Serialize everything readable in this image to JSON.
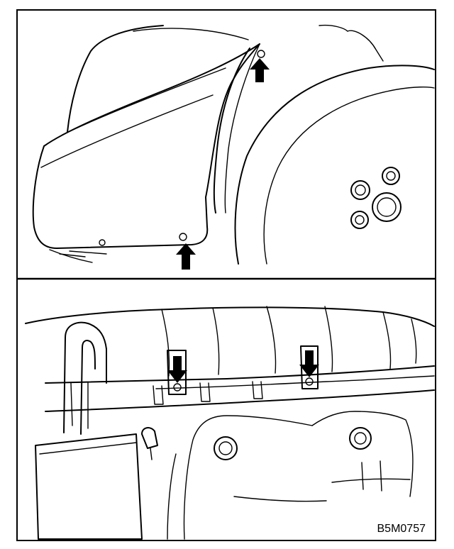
{
  "figure": {
    "code": "B5M0757",
    "panels": [
      {
        "name": "upper-panel",
        "callouts": 2
      },
      {
        "name": "lower-panel",
        "callouts": 2
      }
    ],
    "colors": {
      "line": "#000000",
      "background": "#ffffff"
    }
  }
}
